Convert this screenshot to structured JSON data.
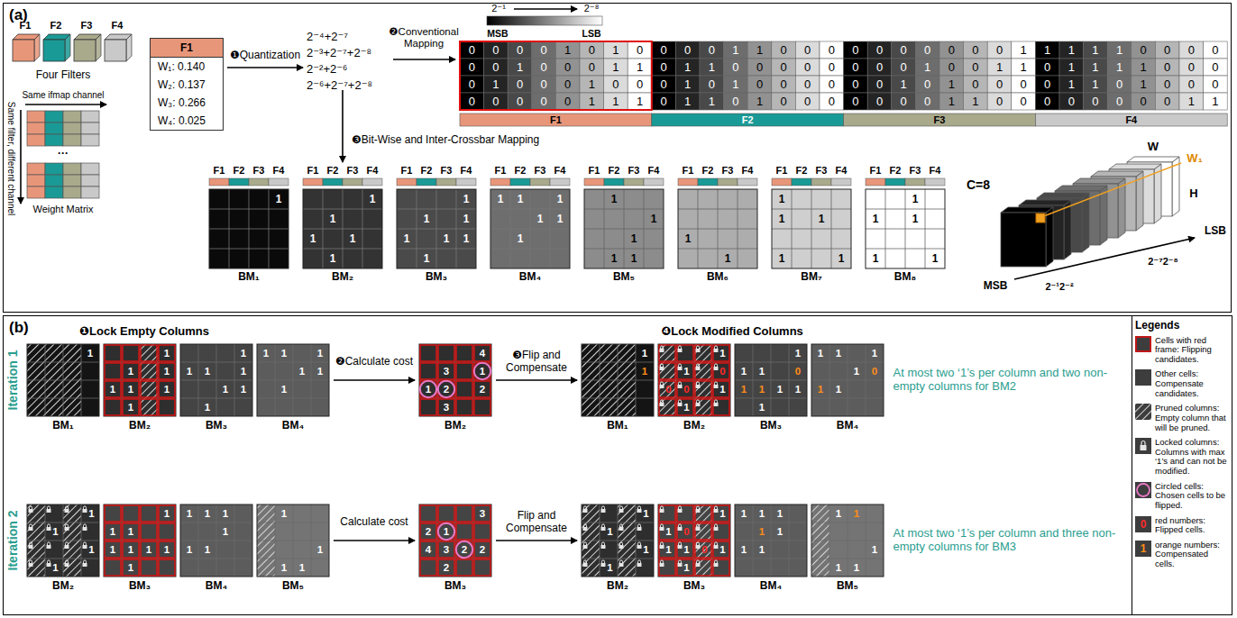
{
  "diagram": {
    "nodes": [
      {
        "text": [
          "(a)"
        ]
      },
      {
        "text": [
          "(b)"
        ]
      },
      {
        "text": [
          "F1",
          "W₁: 0.140",
          "W₂: 0.137",
          "W₃: 0.266",
          "W₄: 0.025"
        ],
        "in": 0
      },
      {
        "text": [
          "Legends"
        ],
        "in": 1
      }
    ],
    "labels": [
      "Four Filters",
      "F1",
      "F2",
      "F3",
      "F4",
      "Same ifmap channel",
      "Same filter, different channel",
      "···",
      "Weight Matrix",
      "❶Quantization",
      "2⁻⁴+2⁻⁷",
      "2⁻³+2⁻⁷+2⁻⁸",
      "2⁻²+2⁻⁶",
      "2⁻⁶+2⁻⁷+2⁻⁸",
      "❷Conventional Mapping",
      "2⁻¹",
      "2⁻⁸",
      "MSB",
      "LSB",
      "0",
      "0",
      "0",
      "0",
      "1",
      "0",
      "1",
      "0",
      "0",
      "0",
      "0",
      "1",
      "1",
      "0",
      "0",
      "0",
      "0",
      "0",
      "0",
      "0",
      "0",
      "0",
      "0",
      "1",
      "1",
      "1",
      "1",
      "1",
      "0",
      "0",
      "0",
      "0",
      "0",
      "0",
      "1",
      "0",
      "0",
      "0",
      "1",
      "1",
      "0",
      "1",
      "1",
      "0",
      "0",
      "0",
      "0",
      "0",
      "0",
      "0",
      "0",
      "1",
      "0",
      "0",
      "1",
      "1",
      "0",
      "1",
      "1",
      "1",
      "1",
      "0",
      "0",
      "0",
      "0",
      "1",
      "0",
      "0",
      "0",
      "1",
      "0",
      "0",
      "0",
      "1",
      "0",
      "1",
      "0",
      "0",
      "0",
      "0",
      "0",
      "0",
      "1",
      "0",
      "1",
      "0",
      "0",
      "0",
      "0",
      "1",
      "1",
      "0",
      "1",
      "0",
      "0",
      "0",
      "0",
      "0",
      "0",
      "0",
      "0",
      "1",
      "1",
      "1",
      "0",
      "1",
      "1",
      "0",
      "1",
      "0",
      "0",
      "0",
      "0",
      "0",
      "0",
      "0",
      "1",
      "1",
      "0",
      "0",
      "0",
      "0",
      "0",
      "0",
      "0",
      "0",
      "1",
      "1",
      "F1",
      "F2",
      "F3",
      "F4",
      "❸Bit-Wise and Inter-Crossbar Mapping",
      "F1",
      "F2",
      "F3",
      "F4",
      "1",
      "BM₁",
      "F1",
      "F2",
      "F3",
      "F4",
      "1",
      "1",
      "1",
      "1",
      "1",
      "BM₂",
      "F1",
      "F2",
      "F3",
      "F4",
      "1",
      "1",
      "1",
      "1",
      "1",
      "1",
      "1",
      "BM₃",
      "F1",
      "F2",
      "F3",
      "F4",
      "1",
      "1",
      "1",
      "1",
      "1",
      "1",
      "BM₄",
      "F1",
      "F2",
      "F3",
      "F4",
      "1",
      "1",
      "1",
      "1",
      "1",
      "BM₅",
      "F1",
      "F2",
      "F3",
      "F4",
      "1",
      "1",
      "BM₆",
      "F1",
      "F2",
      "F3",
      "F4",
      "1",
      "1",
      "1",
      "1",
      "1",
      "BM₇",
      "F1",
      "F2",
      "F3",
      "F4",
      "1",
      "1",
      "1",
      "1",
      "1",
      "BM₈",
      "C=8",
      "W",
      "W₁",
      "H",
      "LSB",
      "MSB",
      "2⁻⁷2⁻⁸",
      "2⁻¹2⁻²",
      "❶Lock Empty Columns",
      "❹Lock Modified Columns",
      "Iteration 1",
      "❷Calculate cost",
      "❸Flip and Compensate",
      "At most two ‘1’s per column and two non-empty columns for BM2",
      "Iteration 2",
      "Calculate cost",
      "Flip and Compensate",
      "At most two ‘1’s per column and three non-empty columns for BM3",
      "1",
      "BM₁",
      "1",
      "1",
      "1",
      "1",
      "1",
      "1",
      "1",
      "BM₂",
      "1",
      "1",
      "1",
      "1",
      "1",
      "1",
      "1",
      "BM₃",
      "1",
      "1",
      "1",
      "1",
      "1",
      "1",
      "BM₄",
      "4",
      "3",
      "1",
      "1",
      "2",
      "2",
      "3",
      "BM₂",
      "1",
      "1",
      "BM₁",
      "1",
      "1",
      "0",
      "0",
      "0",
      "1",
      "1",
      "BM₂",
      "1",
      "1",
      "1",
      "0",
      "1",
      "1",
      "1",
      "1",
      "1",
      "BM₃",
      "1",
      "1",
      "1",
      "1",
      "0",
      "1",
      "1",
      "BM₄",
      "1",
      "1",
      "1",
      "1",
      "BM₂",
      "1",
      "1",
      "1",
      "1",
      "1",
      "1",
      "1",
      "1",
      "BM₃",
      "1",
      "1",
      "1",
      "1",
      "1",
      "1",
      "BM₄",
      "1",
      "1",
      "1",
      "1",
      "BM₅",
      "3",
      "2",
      "1",
      "4",
      "3",
      "2",
      "2",
      "2",
      "BM₃",
      "1",
      "1",
      "1",
      "1",
      "BM₂",
      "1",
      "1",
      "0",
      "1",
      "1",
      "0",
      "1",
      "1",
      "BM₃",
      "1",
      "1",
      "1",
      "1",
      "1",
      "1",
      "1",
      "BM₄",
      "1",
      "1",
      "1",
      "1",
      "1",
      "BM₅",
      "0",
      "1"
    ],
    "legend": [
      {
        "text": "Cells with red frame: Flipping candidates."
      },
      {
        "text": "Other cells: Compensate candidates.",
        "color": "#3d3d3d"
      },
      {
        "text": "Pruned columns: Empty column that will be pruned."
      },
      {
        "text": "Locked columns: Columns with max ‘1’s and can not be modified."
      },
      {
        "text": "Circled cells: Chosen cells to be flipped."
      },
      {
        "text": "red numbers: Flipped cells."
      },
      {
        "text": "orange numbers: Compensated cells."
      }
    ]
  }
}
